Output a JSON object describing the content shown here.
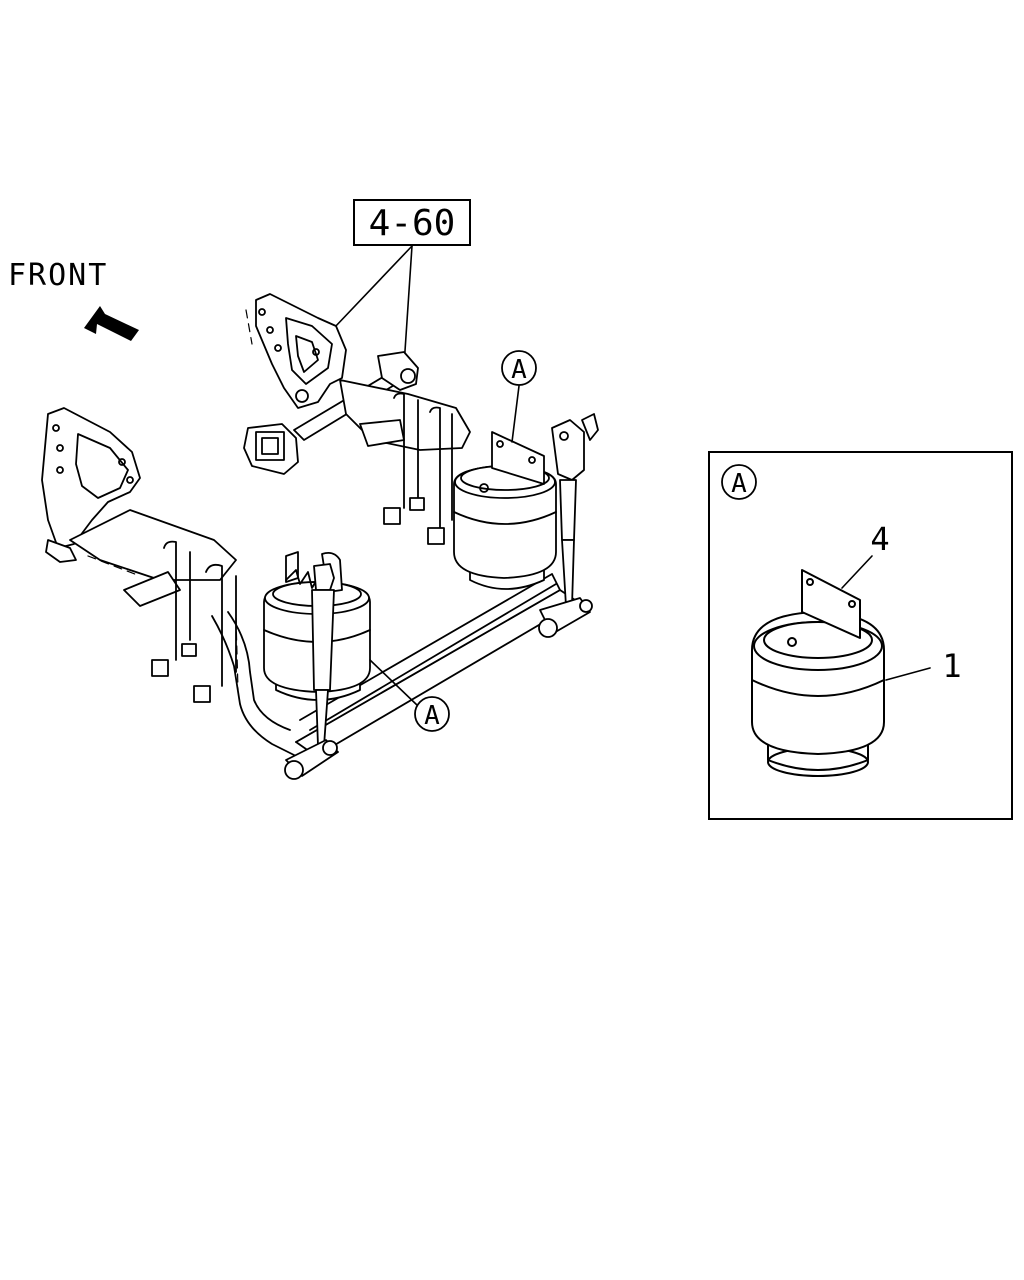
{
  "labels": {
    "front": "FRONT",
    "ref_box": "4-60",
    "callout_a": "A",
    "part_4": "4",
    "part_1": "1"
  },
  "colors": {
    "line": "#000000",
    "background": "#ffffff"
  },
  "icons": {
    "front_arrow": "arrow-up-left-icon"
  }
}
